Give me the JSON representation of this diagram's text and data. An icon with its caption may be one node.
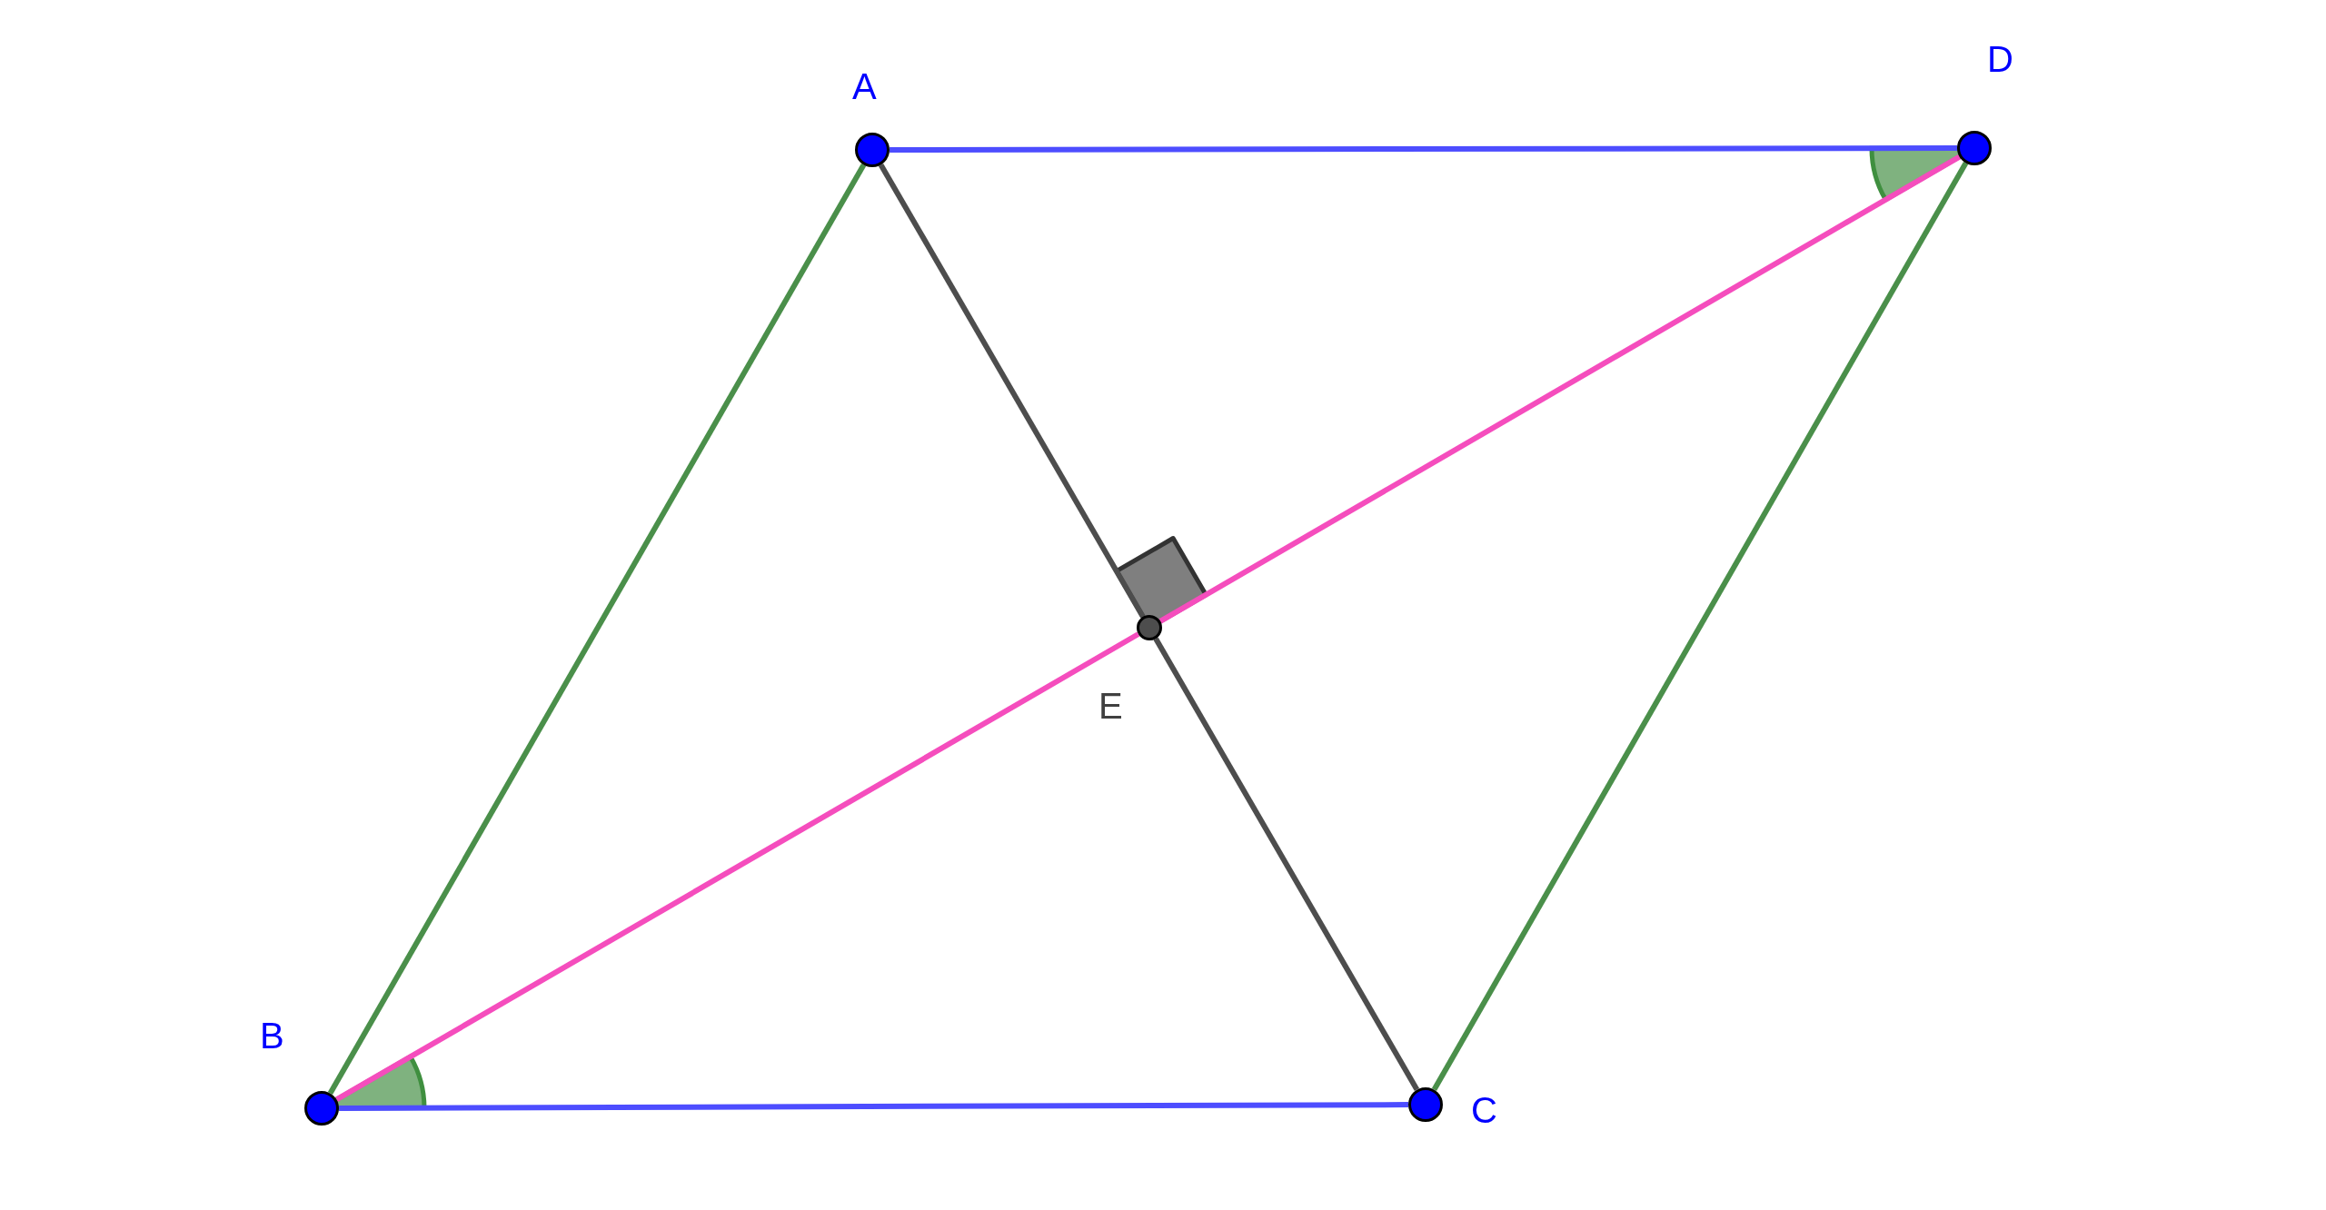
{
  "diagram": {
    "nodes": [
      {
        "text": [
          "A"
        ]
      },
      {
        "text": [
          "B"
        ]
      },
      {
        "text": [
          "C"
        ]
      },
      {
        "text": [
          "D"
        ]
      },
      {
        "text": [
          "E"
        ]
      }
    ],
    "edges": [
      {
        "from": 0,
        "to": 1,
        "arrow": "none",
        "color": "#4a8f4a"
      },
      {
        "from": 1,
        "to": 2,
        "arrow": "none",
        "color": "#4d4dff"
      },
      {
        "from": 2,
        "to": 3,
        "arrow": "none",
        "color": "#4a8f4a"
      },
      {
        "from": 3,
        "to": 0,
        "arrow": "none",
        "color": "#4d4dff"
      },
      {
        "from": 0,
        "to": 4,
        "arrow": "none",
        "color": "#4d4d4d"
      },
      {
        "from": 4,
        "to": 2,
        "arrow": "none",
        "color": "#4d4d4d"
      },
      {
        "from": 1,
        "to": 4,
        "arrow": "none",
        "color": "#f54dbd"
      },
      {
        "from": 4,
        "to": 3,
        "arrow": "none",
        "color": "#f54dbd"
      }
    ]
  }
}
